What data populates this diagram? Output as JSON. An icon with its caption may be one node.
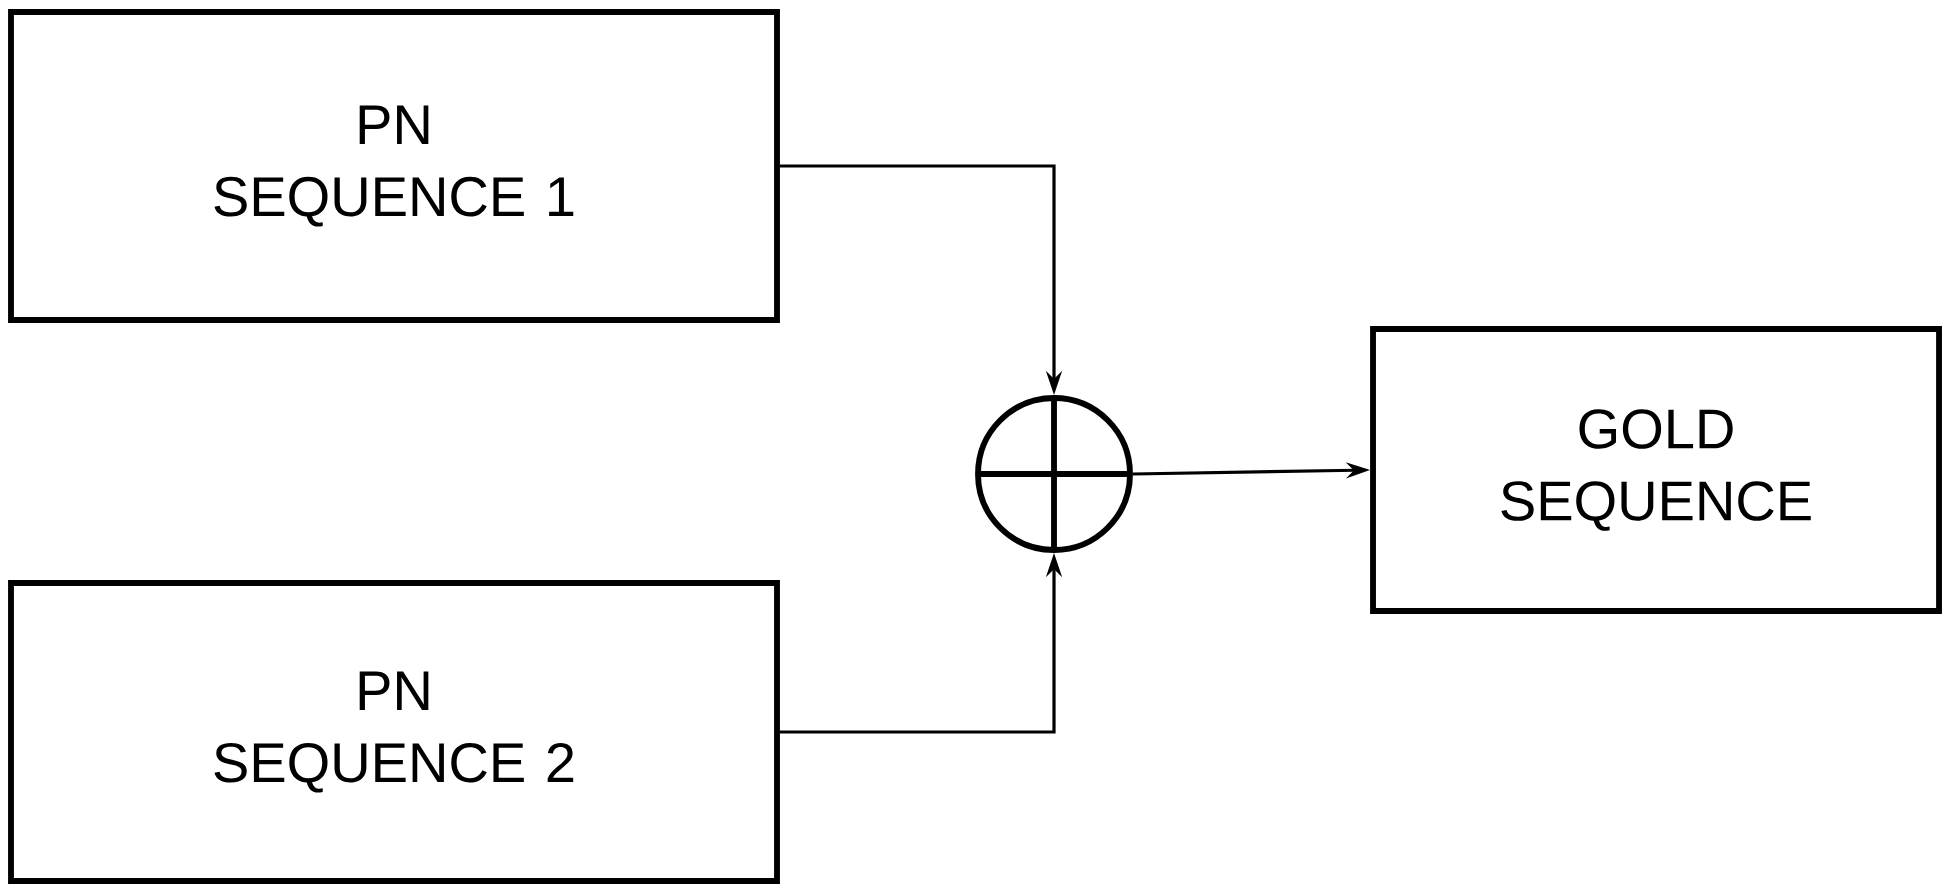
{
  "diagram": {
    "nodes": [
      {
        "text": [
          "PN SEQUENCE 1"
        ]
      },
      {
        "text": [
          "PN SEQUENCE 2"
        ]
      },
      {
        "text": [],
        "shape": "circle"
      },
      {
        "text": [
          "GOLD SEQUENCE"
        ]
      }
    ],
    "edges": [
      {
        "from": 0,
        "to": 2,
        "arrow": "to"
      },
      {
        "from": 1,
        "to": 2,
        "arrow": "to"
      },
      {
        "from": 2,
        "to": 3,
        "arrow": "to"
      }
    ]
  }
}
